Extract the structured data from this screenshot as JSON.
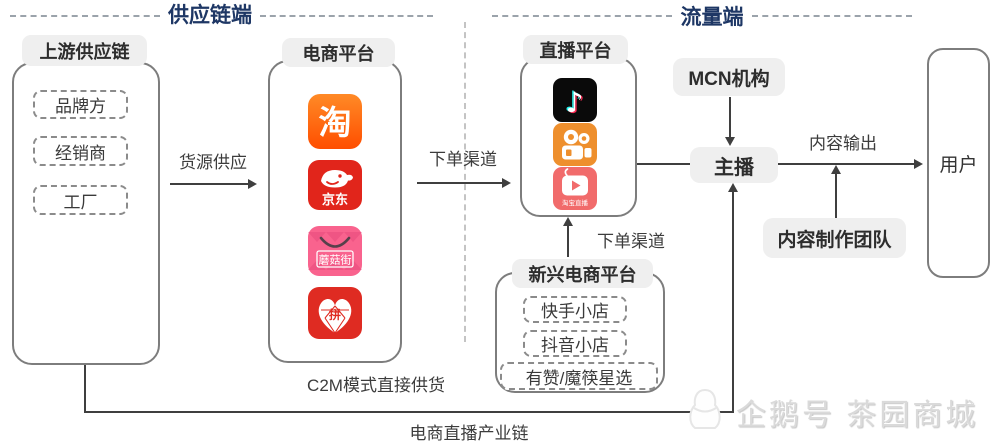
{
  "headers": {
    "left": "供应链端",
    "right": "流量端"
  },
  "upstream": {
    "title": "上游供应链",
    "items": [
      "品牌方",
      "经销商",
      "工厂"
    ]
  },
  "ecommerce": {
    "title": "电商平台",
    "icons": [
      {
        "name": "taobao-icon",
        "label": "淘",
        "color": "#FF5200"
      },
      {
        "name": "jd-icon",
        "label": "京东",
        "color": "#E1251B"
      },
      {
        "name": "mogujie-icon",
        "label": "蘑菇街",
        "color": "#F9638E"
      },
      {
        "name": "pinduoduo-icon",
        "label": "拼",
        "color": "#DF2B22"
      }
    ],
    "caption": "C2M模式直接供货"
  },
  "live_platform": {
    "title": "直播平台",
    "icons": [
      {
        "name": "douyin-icon",
        "glyph": "♪",
        "color": "#0A0A0A"
      },
      {
        "name": "kuaishou-icon",
        "color": "#EE8F2D"
      },
      {
        "name": "taobao-live-icon",
        "label": "淘宝直播",
        "color": "#F16B6B"
      }
    ]
  },
  "emerging": {
    "title": "新兴电商平台",
    "items": [
      "快手小店",
      "抖音小店",
      "有赞/魔筷星选"
    ]
  },
  "nodes": {
    "mcn": "MCN机构",
    "anchor": "主播",
    "content_team": "内容制作团队",
    "user": "用户"
  },
  "edges": {
    "supply": "货源供应",
    "order_channel_1": "下单渠道",
    "order_channel_2": "下单渠道",
    "content_output": "内容输出",
    "industry_chain": "电商直播产业链"
  },
  "watermark": {
    "brand": "企鹅号 茶园商城"
  },
  "colors": {
    "header_blue": "#1E3765",
    "line": "#3F3F3F",
    "box_border": "#7D7D7D",
    "tag_bg": "#EFEFEF"
  }
}
